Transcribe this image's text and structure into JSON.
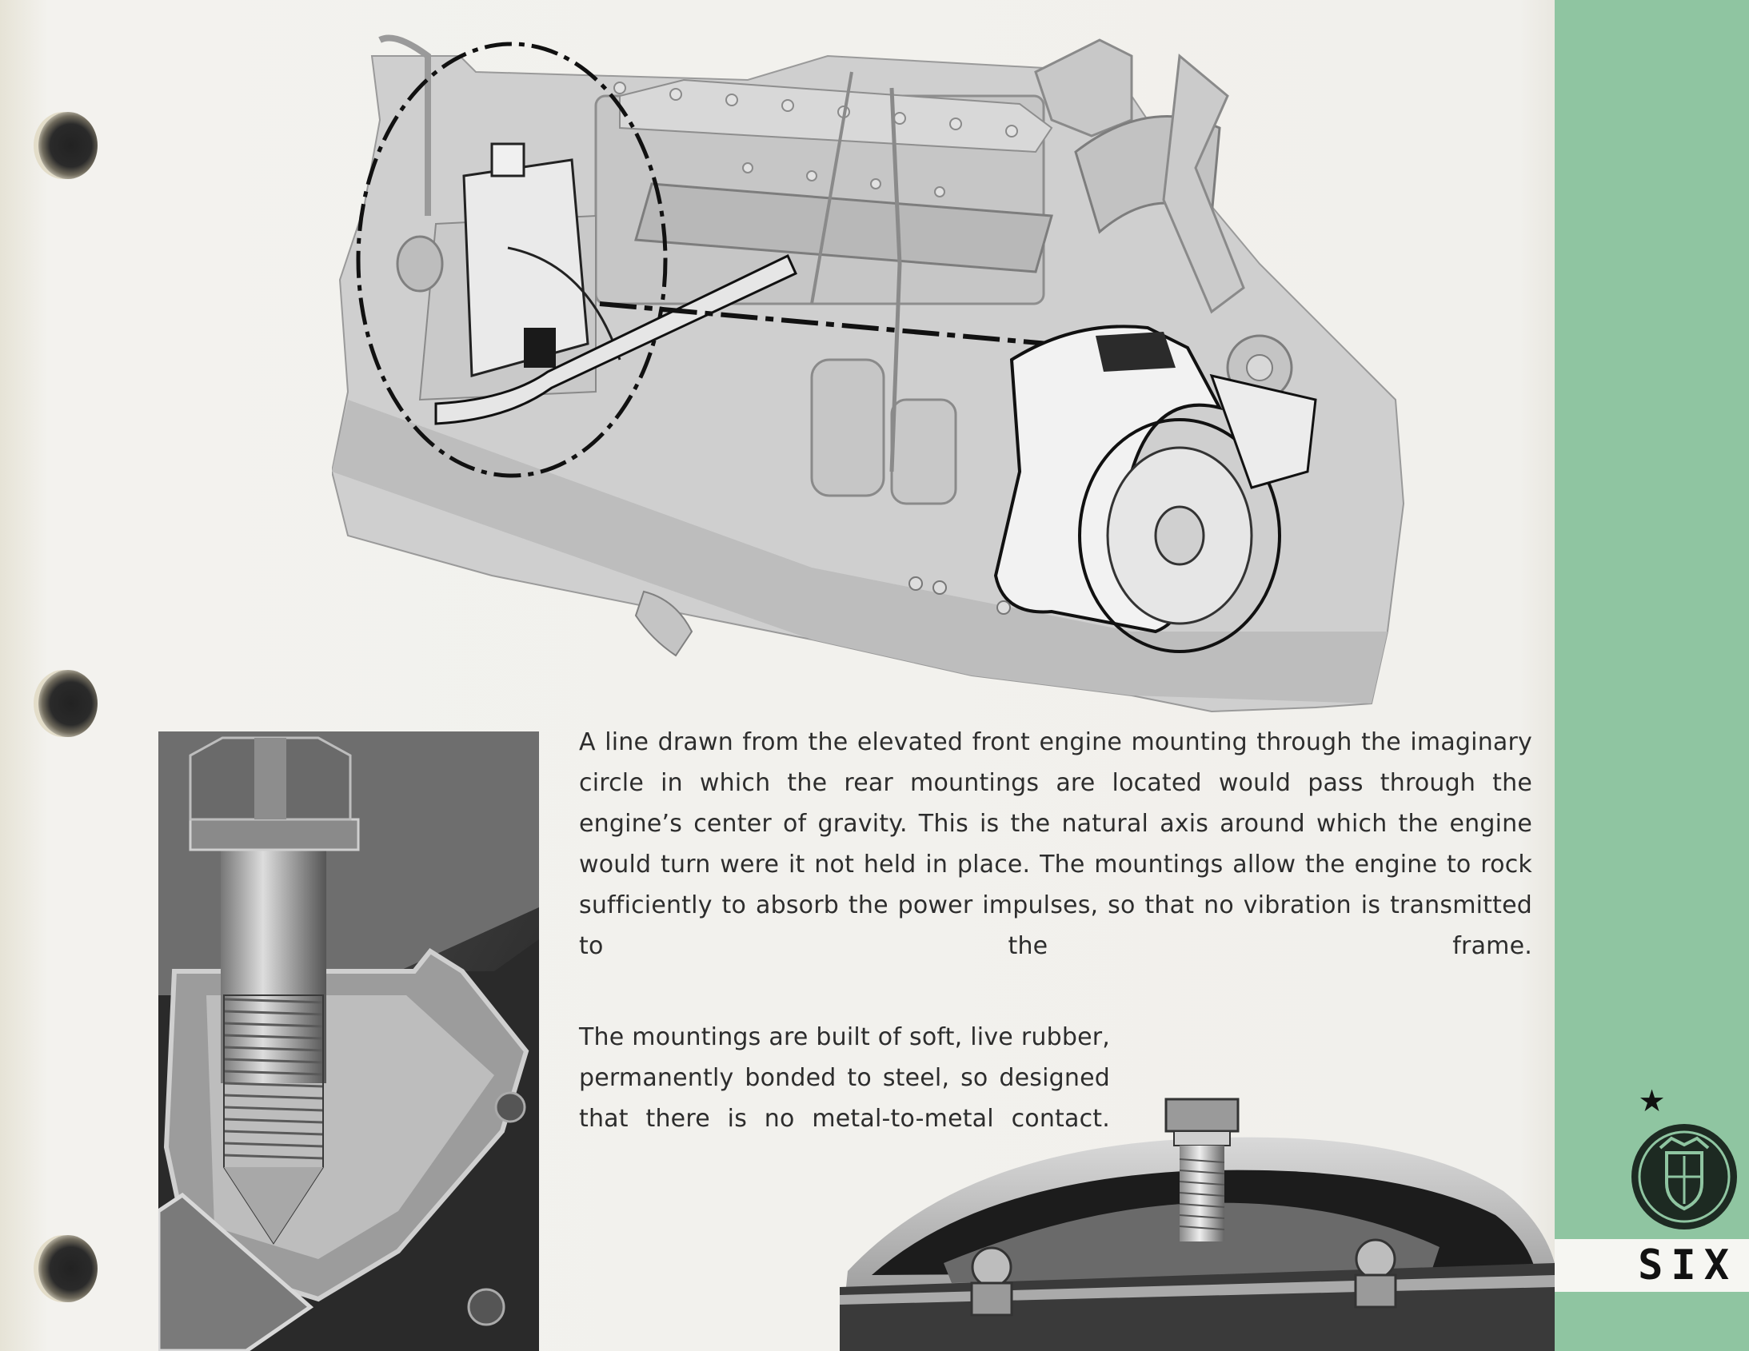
{
  "captions": {
    "primary": "A line drawn from the elevated front engine mounting through the imaginary circle in which the rear mountings are located would pass through the engine’s center of gravity.  This is the natural axis around which the engine would turn were it not held in place.  The mountings allow the engine to rock sufficiently to absorb the power impulses, so that no vibration is transmitted to the frame.",
    "secondary": "The mountings are built of soft, live rubber, permanently bonded to steel, so designed that there is no metal-to-metal contact."
  },
  "side_tab": {
    "star": "★",
    "page_label": "SIX",
    "color": "#8fc5a1"
  },
  "illustrations": {
    "engine": "engine-mounting-illustration",
    "bolt": "rear-mounting-bolt-cutaway-photo",
    "front_mount": "front-mounting-cutaway-photo"
  }
}
